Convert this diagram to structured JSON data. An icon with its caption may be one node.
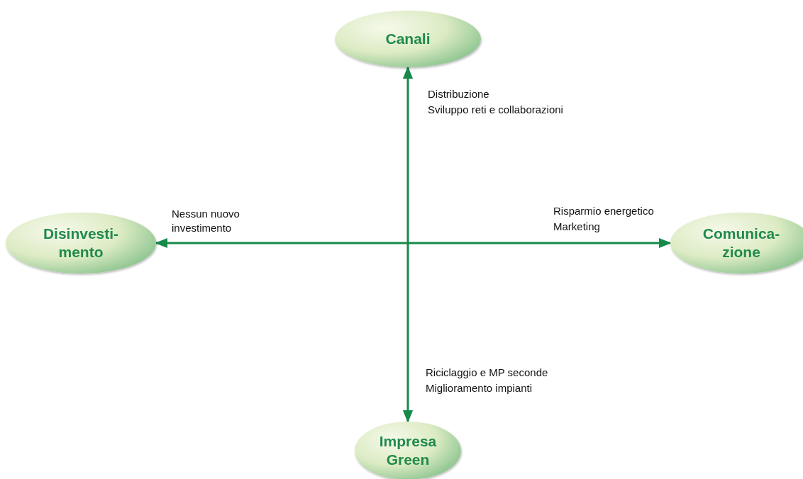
{
  "diagram": {
    "nodes": [
      {
        "text": [
          "Canali"
        ]
      },
      {
        "text": [
          "Disinvesti-mento"
        ]
      },
      {
        "text": [
          "Comunica-zione"
        ]
      },
      {
        "text": [
          "Impresa Green"
        ]
      }
    ],
    "edges": [
      {
        "from": 0,
        "to": 3,
        "arrow": "both"
      },
      {
        "from": 1,
        "to": 2,
        "arrow": "both"
      }
    ],
    "labels": [
      "Distribuzione",
      "Sviluppo reti e collaborazioni",
      "Nessun nuovo investimento",
      "Risparmio energetico",
      "Marketing",
      "Riciclaggio e MP seconde",
      "Miglioramento impianti"
    ]
  }
}
